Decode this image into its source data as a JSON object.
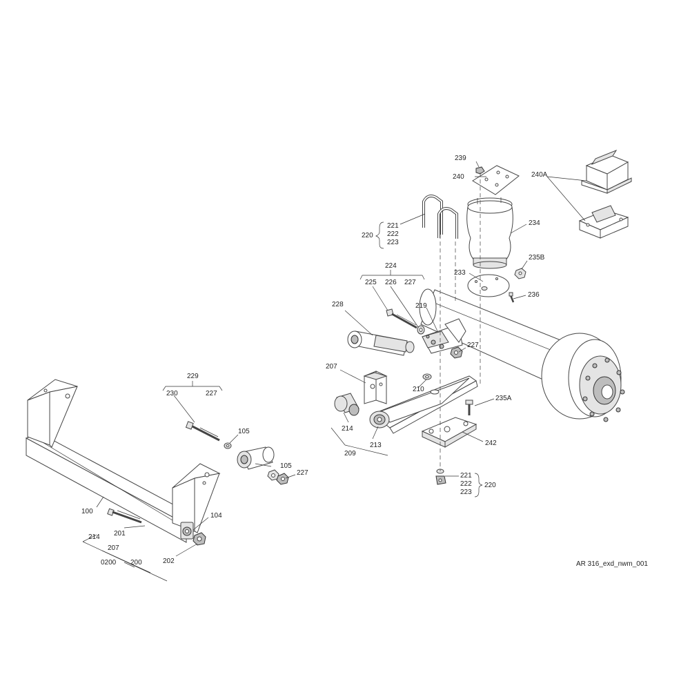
{
  "labels": {
    "p100": "100",
    "p104": "104",
    "p105a": "105",
    "p105b": "105",
    "p200": "200",
    "p201": "201",
    "p202": "202",
    "p207a": "207",
    "p207b": "207",
    "p209": "209",
    "p210": "210",
    "p213": "213",
    "p214a": "214",
    "p214b": "214",
    "p219": "219",
    "p220a": "220",
    "p220b": "220",
    "p221a": "221",
    "p222a": "222",
    "p223a": "223",
    "p221b": "221",
    "p222b": "222",
    "p223b": "223",
    "p224": "224",
    "p225": "225",
    "p226": "226",
    "p227a": "227",
    "p227b": "227",
    "p227c": "227",
    "p227d": "227",
    "p228": "228",
    "p229": "229",
    "p230": "230",
    "p233": "233",
    "p234": "234",
    "p235a": "235A",
    "p235b": "235B",
    "p236": "236",
    "p239": "239",
    "p240": "240",
    "p240a": "240A",
    "p242": "242",
    "p0200": "0200"
  },
  "drawing_ref": "AR 316_exd_nwm_001"
}
